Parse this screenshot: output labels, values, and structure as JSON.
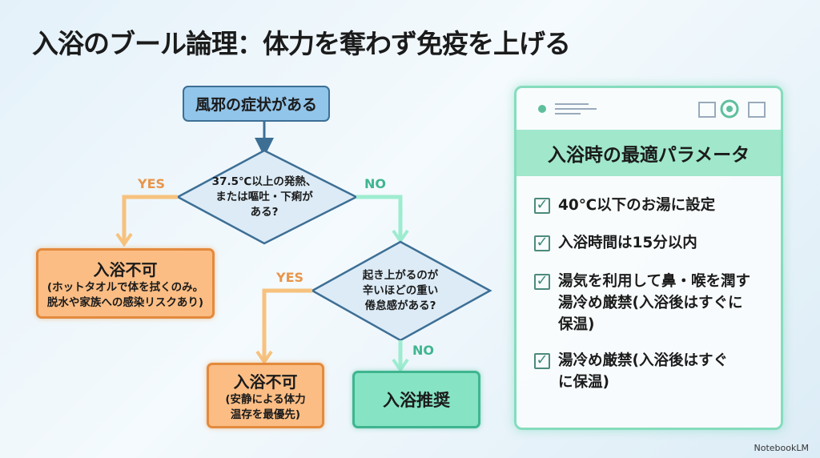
{
  "title": "入浴のブール論理：体力を奪わず免疫を上げる",
  "flow": {
    "start": "風邪の症状がある",
    "decision1": "37.5℃以上の発熱、\nまたは嘔吐・下痢が\nある?",
    "decision1_yes": "YES",
    "decision1_no": "NO",
    "outcome1_title": "入浴不可",
    "outcome1_note": "(ホットタオルで体を拭くのみ。\n脱水や家族への感染リスクあり)",
    "decision2": "起き上がるのが\n辛いほどの重い\n倦怠感がある?",
    "decision2_yes": "YES",
    "decision2_no": "NO",
    "outcome2_title": "入浴不可",
    "outcome2_note": "(安静による体力\n温存を最優先)",
    "outcome3_title": "入浴推奨"
  },
  "panel": {
    "title": "入浴時の最適パラメータ",
    "items": [
      "40℃以下のお湯に設定",
      "入浴時間は15分以内",
      "湯気を利用して鼻・喉を潤す\n湯冷め厳禁(入浴後はすぐに\n保温)",
      "湯冷め厳禁(入浴後はすぐ\nに保温)"
    ]
  },
  "brand": "NotebookLM",
  "colors": {
    "blue": "#92c5ea",
    "orange": "#fbbd84",
    "green": "#86e3c4"
  }
}
